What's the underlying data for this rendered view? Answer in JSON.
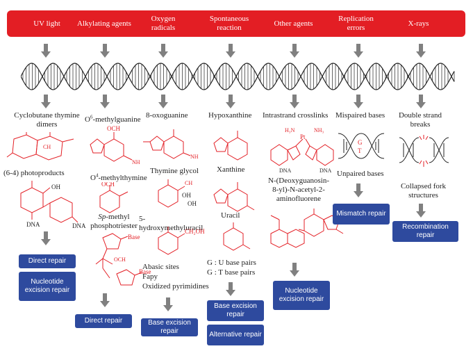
{
  "agents": [
    "UV light",
    "Alkylating agents",
    "Oxygen radicals",
    "Spontaneous reaction",
    "Other agents",
    "Replication errors",
    "X-rays"
  ],
  "lesions": {
    "uv": {
      "dimers": "Cyclobutane thymine dimers",
      "photoproducts": "(6-4) photoproducts",
      "dna_a": "DNA",
      "dna_b": "DNA"
    },
    "alkyl": {
      "o6_pre": "O",
      "o6_sup": "6",
      "o6_post": "-methylguanine",
      "och3_a": "OCH",
      "o4_pre": "O",
      "o4_sup": "4",
      "o4_post": "-methylthymine",
      "och3_b": "OCH",
      "sp_italic": "Sp",
      "sp_rest": "-methyl",
      "phosphotriester": "phosphotriester",
      "base_a": "Base",
      "base_b": "Base",
      "och3_c": "OCH"
    },
    "oxy": {
      "oxoguanine": "8-oxoguanine",
      "glycol": "Thymine glycol",
      "hmu": "5-hydroxymethyluracil",
      "abasic": "Abasic sites",
      "fapy": "Fapy",
      "oxpyr": "Oxidized pyrimidines",
      "ch2oh": "CH₂OH",
      "oh_a": "OH",
      "oh_b": "OH"
    },
    "spont": {
      "hypoxanthine": "Hypoxanthine",
      "xanthine": "Xanthine",
      "uracil": "Uracil",
      "gu": "G : U base pairs",
      "gt": "G : T base pairs"
    },
    "other": {
      "crosslinks": "Intrastrand crosslinks",
      "aaf": "N-(Deoxyguanosin-8-yl)-N-acetyl-2-aminofluorene",
      "h3n_a": "H₃N",
      "nh3_b": "NH₃",
      "pt": "Pt",
      "dna_a": "DNA",
      "dna_b": "DNA"
    },
    "repl": {
      "mispaired": "Mispaired bases",
      "unpaired": "Unpaired bases",
      "gc": "G",
      "gc2": "T"
    },
    "xray": {
      "dsb": "Double strand breaks",
      "collapsed": "Collapsed fork structures"
    }
  },
  "repairs": {
    "direct_uv": "Direct repair",
    "ner_uv": "Nucleotide excision repair",
    "direct_alkyl": "Direct repair",
    "ber_oxy": "Base excision repair",
    "ber_spont": "Base excision repair",
    "alt_spont": "Alternative repair",
    "ner_other": "Nucleotide excision repair",
    "mismatch": "Mismatch repair",
    "recomb": "Recombination repair"
  },
  "colors": {
    "agent_bar": "#e31e24",
    "repair_box": "#2e4a9e",
    "molecule": "#e31e24",
    "arrow": "#808080"
  }
}
